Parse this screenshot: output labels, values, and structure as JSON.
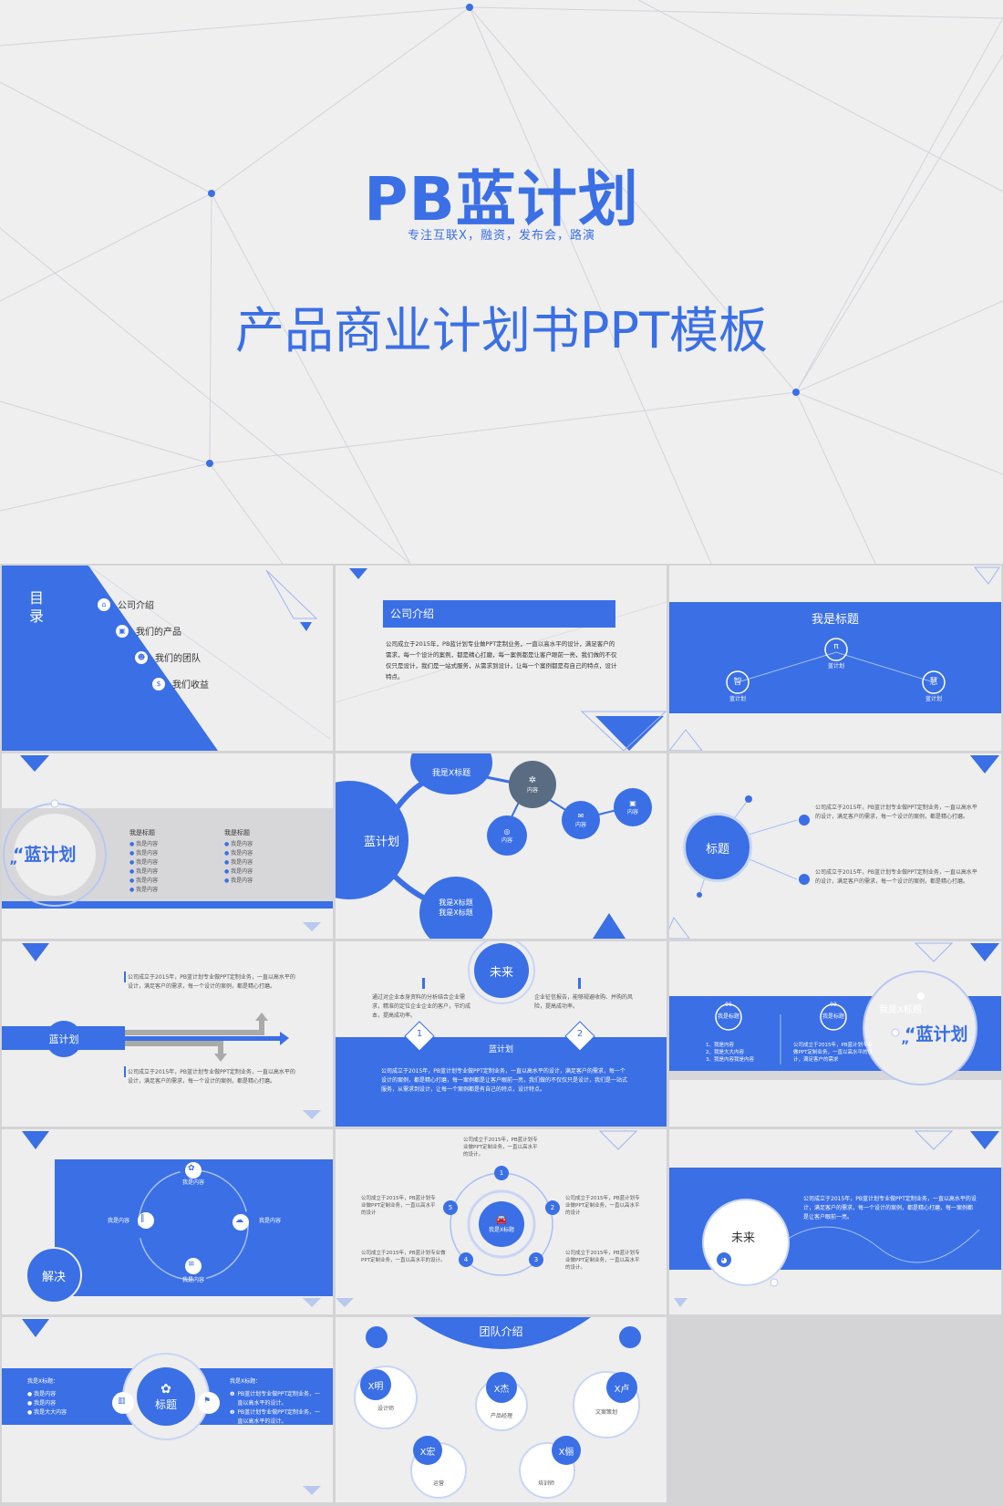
{
  "cover": {
    "brand": "PB蓝计划",
    "tagline": "专注互联X，融资，发布会，路演",
    "title": "产品商业计划书PPT模板"
  },
  "s1": {
    "heading_line1": "目",
    "heading_line2": "录",
    "items": [
      "公司介绍",
      "我们的产品",
      "我们的团队",
      "我们收益"
    ]
  },
  "s2": {
    "title": "公司介绍",
    "body": "公司成立于2015年，PB蓝计划专业做PPT定制业务，一直以高水平的设计，满足客户的需求，每一个设计的案例，都是精心打磨，每一案例都是让客户眼前一亮，我们做的不仅仅只是设计，我们是一站式服务，从需求到设计，让每一个案例都是有自己的特点，设计特点。"
  },
  "s3": {
    "title": "我是标题",
    "center_icon": "π",
    "center_label": "蓝计划",
    "left_char": "智",
    "left_label": "蓝计划",
    "right_char": "慧",
    "right_label": "蓝计划"
  },
  "s4": {
    "quote": "“蓝计划",
    "quote_close": "”",
    "col1_title": "我是标题",
    "col1_items": [
      "我是内容",
      "我是内容",
      "我是内容",
      "我是内容",
      "我是内容",
      "我是内容"
    ],
    "col2_title": "我是标题",
    "col2_items": [
      "我是内容",
      "我是内容",
      "我是内容",
      "我是内容",
      "我是内容"
    ]
  },
  "s5": {
    "center": "蓝计划",
    "top": "我是X标题",
    "bottom_line1": "我是X标题",
    "bottom_line2": "我是X标题",
    "dark": "内容",
    "n1": "内容",
    "n2": "内容",
    "n3": "内容"
  },
  "s6": {
    "center": "标题",
    "p1": "公司成立于2015年，PB蓝计划专业做PPT定制业务，一直以高水平的设计，满足客户的需求，每一个设计的案例，都是精心打磨。",
    "p2": "公司成立于2015年，PB蓝计划专业做PPT定制业务，一直以高水平的设计，满足客户的需求，每一个设计的案例，都是精心打磨。"
  },
  "s7": {
    "label": "蓝计划",
    "p1": "公司成立于2015年，PB蓝计划专业做PPT定制业务，一直以高水平的设计，满足客户的需求，每一个设计的案例，都是精心打磨。",
    "p2": "公司成立于2015年，PB蓝计划专业做PPT定制业务，一直以高水平的设计，满足客户的需求，每一个设计的案例，都是精心打磨。"
  },
  "s8": {
    "circle": "未来",
    "left_text": "通过对企业本身资料的分析结合企业需求，精准的定位企业企业的客户，节约成本，提高成功率。",
    "right_text": "企业征信报告，能够规避收购、并购的风险，提高成功率。",
    "num1": "1",
    "num2": "2",
    "band_title": "蓝计划",
    "band_text": "公司成立于2015年，PB蓝计划专业做PPT定制业务，一直以高水平的设计，满足客户的需求，每一个设计的案例，都是精心打磨，每一案例都是让客户眼前一亮，我们做的不仅仅只是设计，我们是一站式服务，从需求到设计，让每一个案例都是有自己的特点，设计特点。"
  },
  "s9": {
    "g1_num": "01",
    "g1_label": "我是标题",
    "g1_list": [
      "1、我是内容",
      "2、我是大大内容",
      "3、我是内容我是内容"
    ],
    "g2_num": "02",
    "g2_label": "我是标题",
    "g2_text": "公司成立于2015年，PB蓝计划专业做PPT定制业务，一直以高水平的设计，满足客户的需求",
    "title": "我是X标题",
    "quote": "“蓝计划",
    "quote_close": "”"
  },
  "s10": {
    "circle": "解决",
    "top": "我是内容",
    "left": "我是内容",
    "right": "我是内容",
    "bottom": "我是内容"
  },
  "s11": {
    "center": "我是X标题",
    "top_text": "公司成立于2015年，PB蓝计划专业做PPT定制业务，一直以高水平的设计。",
    "nums": [
      "1",
      "2",
      "3",
      "4",
      "5"
    ],
    "t2": "公司成立于2015年，PB蓝计划专业做PPT定制业务，一直以高水平的设计",
    "t3": "公司成立于2015年，PB蓝计划专业做PPT定制业务，一直以高水平的设计。",
    "t4": "公司成立于2015年，PB蓝计划专业做PPT定制业务，一直以高水平的设计。",
    "t5": "公司成立于2015年，PB蓝计划专业做PPT定制业务，一直以高水平的设计"
  },
  "s12": {
    "circle": "未来",
    "text": "公司成立于2015年，PB蓝计划专业做PPT定制业务，一直以高水平的设计，满足客户的需求，每一个设计的案例，都是精心打磨，每一案例都是让客户眼前一亮。"
  },
  "s13": {
    "left_title": "我是X标题：",
    "left_items": [
      "我是内容",
      "我是内容",
      "我是大大内容"
    ],
    "center": "标题",
    "right_title": "我是X标题：",
    "r1": "PB蓝计划专业做PPT定制业务，一直以高水平的设计。",
    "r2": "PB蓝计划专业做PPT定制业务，一直以高水平的设计。"
  },
  "s14": {
    "title": "团队介绍",
    "members": [
      {
        "name": "X明",
        "role": "设计师"
      },
      {
        "name": "X杰",
        "role": "产品经理"
      },
      {
        "name": "X卢",
        "role": "文案策划"
      },
      {
        "name": "X宏",
        "role": "运营"
      },
      {
        "name": "X俪",
        "role": "培训师"
      }
    ]
  },
  "colors": {
    "accent": "#3a6fe6",
    "bg": "#eeeeef",
    "dark": "#5a6c82"
  }
}
